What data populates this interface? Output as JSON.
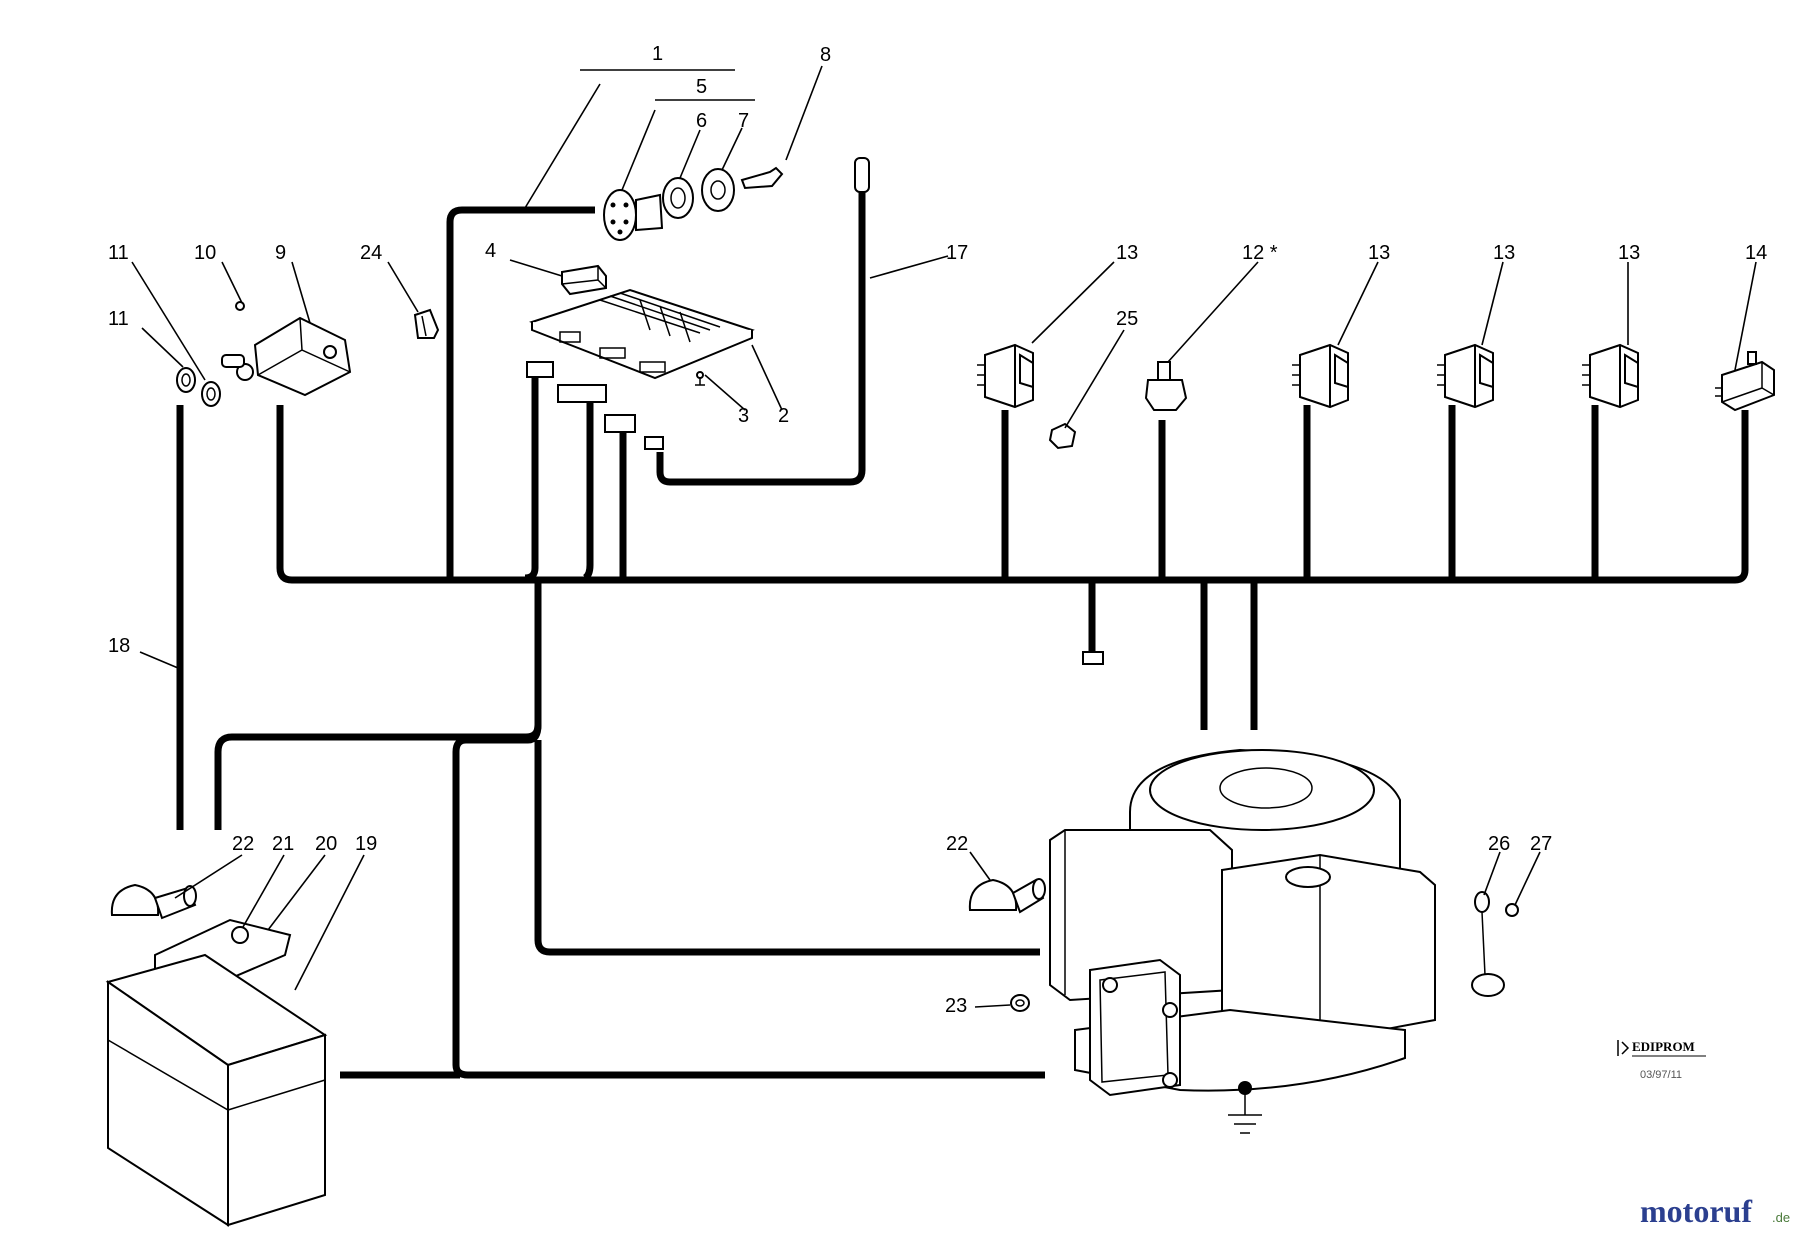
{
  "labels": {
    "l1": "1",
    "l2": "2",
    "l3": "3",
    "l4": "4",
    "l5": "5",
    "l6": "6",
    "l7": "7",
    "l8": "8",
    "l9": "9",
    "l10": "10",
    "l11a": "11",
    "l11b": "11",
    "l12": "12 *",
    "l13a": "13",
    "l13b": "13",
    "l13c": "13",
    "l13d": "13",
    "l14": "14",
    "l17": "17",
    "l18": "18",
    "l19": "19",
    "l20": "20",
    "l21": "21",
    "l22a": "22",
    "l22b": "22",
    "l23": "23",
    "l24": "24",
    "l25": "25",
    "l26": "26",
    "l27": "27"
  },
  "logo": {
    "name": "EDIPROM",
    "code": "03/97/11"
  },
  "watermark": {
    "main": "motoruf",
    "suffix": ".de"
  },
  "colors": {
    "line": "#000000",
    "watermark_main": "#2b3f8f",
    "watermark_suffix": "#4a7a3a",
    "background": "#ffffff"
  }
}
